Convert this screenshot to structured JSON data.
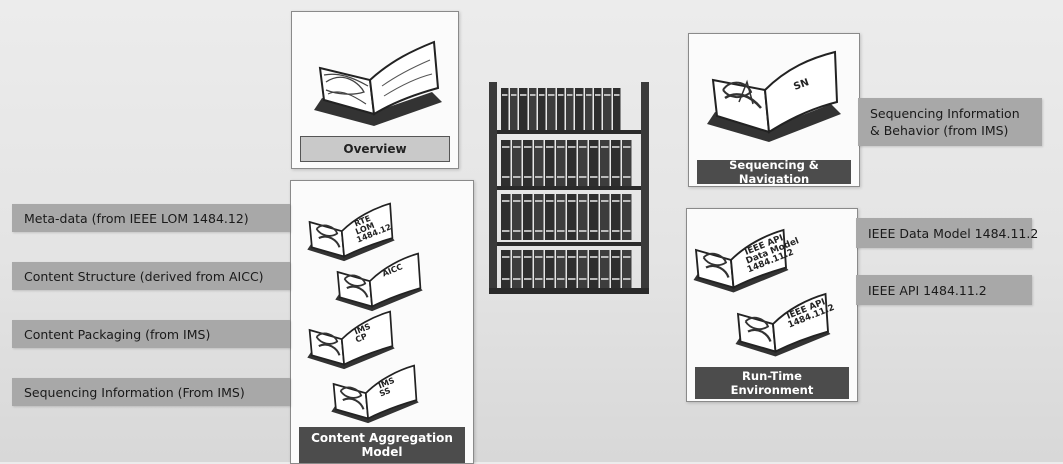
{
  "panels": {
    "overview": {
      "caption": "Overview"
    },
    "sequencing": {
      "caption": "Sequencing & Navigation",
      "book_label": "SN"
    },
    "cam": {
      "caption_line1": "Content Aggregation",
      "caption_line2": "Model"
    },
    "rte": {
      "caption_line1": "Run-Time",
      "caption_line2": "Environment"
    }
  },
  "cam_books": [
    {
      "line1": "RTE",
      "line2": "LOM",
      "line3": "1484.12"
    },
    {
      "line1": "AICC",
      "line2": "",
      "line3": ""
    },
    {
      "line1": "IMS",
      "line2": "CP",
      "line3": ""
    },
    {
      "line1": "IMS",
      "line2": "SS",
      "line3": ""
    }
  ],
  "rte_books": [
    {
      "line1": "IEEE API",
      "line2": "Data Model",
      "line3": "1484.11.2"
    },
    {
      "line1": "IEEE API",
      "line2": "1484.11.2",
      "line3": ""
    }
  ],
  "left_labels": [
    "Meta-data (from IEEE LOM 1484.12)",
    "Content Structure (derived from AICC)",
    "Content Packaging (from IMS)",
    "Sequencing Information (From IMS)"
  ],
  "right_labels": {
    "sequencing_info_line1": "Sequencing Information",
    "sequencing_info_line2": "& Behavior (from IMS)",
    "data_model": "IEEE Data Model 1484.11.2",
    "api": "IEEE API 1484.11.2"
  },
  "colors": {
    "label_bg": "#a8a8a8",
    "caption_dark": "#4c4c4c",
    "caption_light": "#c9c9c9",
    "shelf": "#3a3a3a"
  }
}
